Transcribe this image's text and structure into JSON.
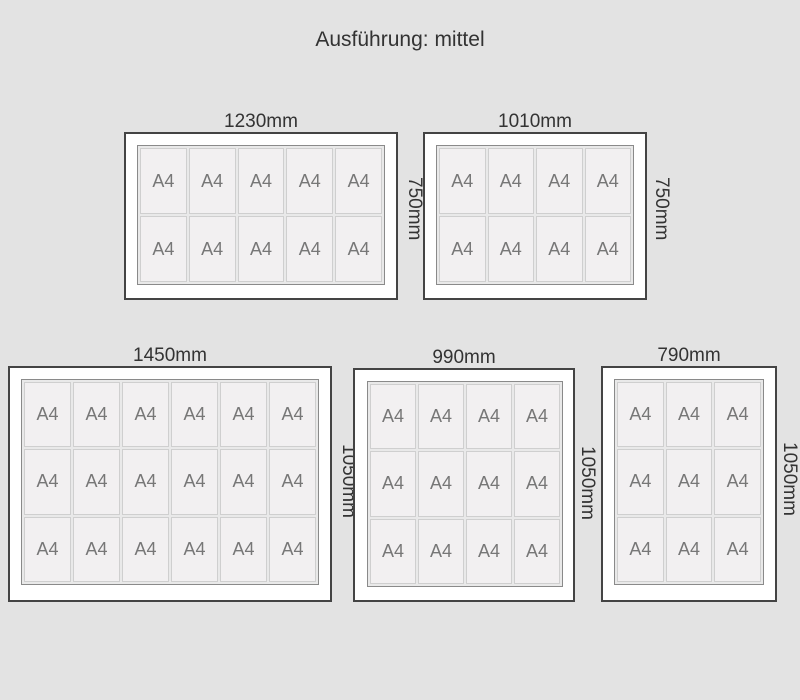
{
  "title": "Ausführung: mittel",
  "sheet_label": "A4",
  "cases": [
    {
      "width_label": "1230mm",
      "height_label": "750mm",
      "cols": 5,
      "rows": 2
    },
    {
      "width_label": "1010mm",
      "height_label": "750mm",
      "cols": 4,
      "rows": 2
    },
    {
      "width_label": "1450mm",
      "height_label": "1050mm",
      "cols": 6,
      "rows": 3
    },
    {
      "width_label": "990mm",
      "height_label": "1050mm",
      "cols": 4,
      "rows": 3
    },
    {
      "width_label": "790mm",
      "height_label": "1050mm",
      "cols": 3,
      "rows": 3
    }
  ]
}
